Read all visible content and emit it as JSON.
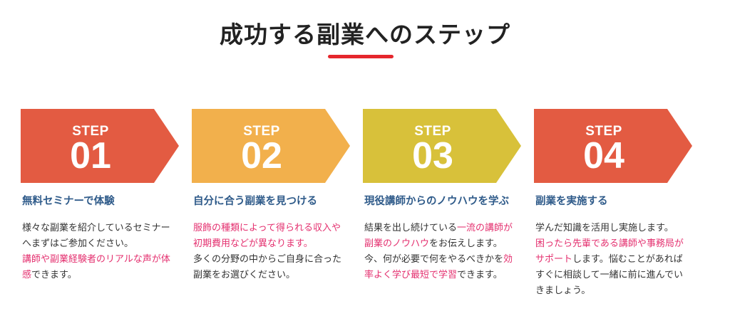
{
  "heading": "成功する副業へのステップ",
  "colors": {
    "underline": "#e5272d",
    "step1": "#e35b42",
    "step2": "#f2b04c",
    "step3": "#d8c13a",
    "step4": "#e35b42",
    "title_text": "#2f5b8a",
    "highlight": "#e4306f"
  },
  "steps": [
    {
      "label": "STEP",
      "number": "01",
      "title": "無料セミナーで体験",
      "lines": [
        [
          {
            "t": "様々な副業を紹介しているセミナー",
            "hl": false
          }
        ],
        [
          {
            "t": "へまずはご参加ください。",
            "hl": false
          }
        ],
        [
          {
            "t": "講師や副業経験者のリアルな声が体",
            "hl": true
          }
        ],
        [
          {
            "t": "感",
            "hl": true
          },
          {
            "t": "できます。",
            "hl": false
          }
        ]
      ]
    },
    {
      "label": "STEP",
      "number": "02",
      "title": "自分に合う副業を見つける",
      "lines": [
        [
          {
            "t": "服飾の種類によって得られる収入や",
            "hl": true
          }
        ],
        [
          {
            "t": "初期費用などが異なります。",
            "hl": true
          }
        ],
        [
          {
            "t": "多くの分野の中からご自身に合った",
            "hl": false
          }
        ],
        [
          {
            "t": "副業をお選びください。",
            "hl": false
          }
        ]
      ]
    },
    {
      "label": "STEP",
      "number": "03",
      "title": "現役講師からのノウハウを学ぶ",
      "lines": [
        [
          {
            "t": "結果を出し続けている",
            "hl": false
          },
          {
            "t": "一流の講師が",
            "hl": true
          }
        ],
        [
          {
            "t": "副業のノウハウ",
            "hl": true
          },
          {
            "t": "をお伝えします。",
            "hl": false
          }
        ],
        [
          {
            "t": "今、何が必要で何をやるべきかを",
            "hl": false
          },
          {
            "t": "効",
            "hl": true
          }
        ],
        [
          {
            "t": "率よく学び最短で学習",
            "hl": true
          },
          {
            "t": "できます。",
            "hl": false
          }
        ]
      ]
    },
    {
      "label": "STEP",
      "number": "04",
      "title": "副業を実施する",
      "lines": [
        [
          {
            "t": "学んだ知識を活用し実施します。",
            "hl": false
          }
        ],
        [
          {
            "t": "困ったら先輩である講師や事務局が",
            "hl": true
          }
        ],
        [
          {
            "t": "サポート",
            "hl": true
          },
          {
            "t": "します。悩むことがあれば",
            "hl": false
          }
        ],
        [
          {
            "t": "すぐに相談して一緒に前に進んでい",
            "hl": false
          }
        ],
        [
          {
            "t": "きましょう。",
            "hl": false
          }
        ]
      ]
    }
  ]
}
